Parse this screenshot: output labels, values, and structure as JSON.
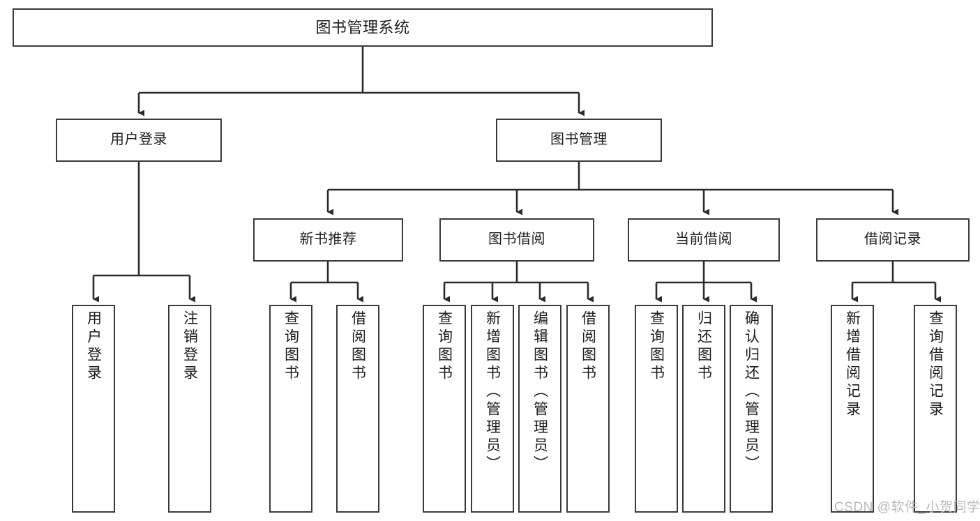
{
  "diagram": {
    "type": "tree",
    "title": "图书管理系统",
    "style": {
      "box_border_color": "#3a3a3a",
      "box_fill_color": "#ffffff",
      "edge_color": "#2b2b2b",
      "background_color": "#ffffff",
      "watermark_color": "#b9b9b9"
    },
    "nodes": {
      "root": {
        "label": "图书管理系统"
      },
      "level2": [
        {
          "label": "用户登录"
        },
        {
          "label": "图书管理"
        }
      ],
      "level3": [
        {
          "label": "新书推荐"
        },
        {
          "label": "图书借阅"
        },
        {
          "label": "当前借阅"
        },
        {
          "label": "借阅记录"
        }
      ],
      "leaves": {
        "user_login": [
          {
            "label": "用户登录"
          },
          {
            "label": "注销登录"
          }
        ],
        "new_book_recommend": [
          {
            "label": "查询图书"
          },
          {
            "label": "借阅图书"
          }
        ],
        "book_borrow": [
          {
            "label": "查询图书"
          },
          {
            "label": "新增图书（管理员）"
          },
          {
            "label": "编辑图书（管理员）"
          },
          {
            "label": "借阅图书"
          }
        ],
        "current_borrow": [
          {
            "label": "查询图书"
          },
          {
            "label": "归还图书"
          },
          {
            "label": "确认归还（管理员）"
          }
        ],
        "borrow_record": [
          {
            "label": "新增借阅记录"
          },
          {
            "label": "查询借阅记录"
          }
        ]
      }
    },
    "watermark": "CSDN @软件_小贺同学"
  }
}
